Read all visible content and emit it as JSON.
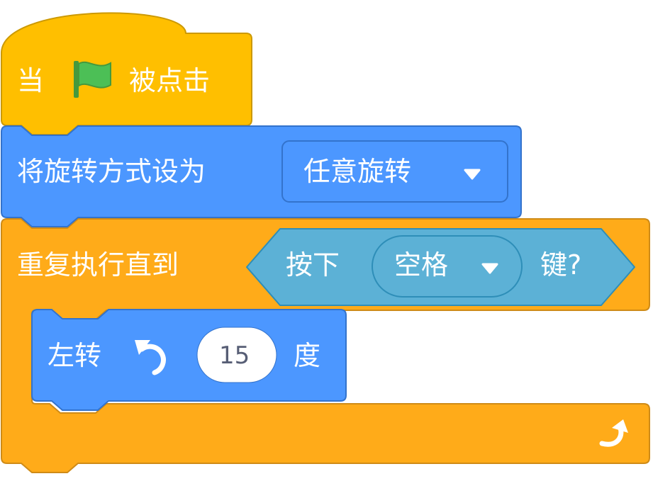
{
  "colors": {
    "events": "#FFBF00",
    "events_border": "#CC9900",
    "motion": "#4C97FF",
    "motion_border": "#3373CC",
    "control": "#FFAB19",
    "control_border": "#CF8B17",
    "sensing": "#5CB1D6",
    "sensing_border": "#2E8EB8",
    "flag": "#4CBF56",
    "text": "#FFFFFF",
    "number_text": "#575E75"
  },
  "hat_block": {
    "before_flag": "当",
    "flag_icon": "green-flag-icon",
    "after_flag": "被点击"
  },
  "rotation_block": {
    "label": "将旋转方式设为",
    "dropdown_value": "任意旋转",
    "dropdown_icon": "dropdown-arrow-icon"
  },
  "repeat_until_block": {
    "label": "重复执行直到",
    "condition": {
      "before": "按下",
      "key_value": "空格",
      "after": "键?"
    },
    "loop_icon": "loop-arrow-icon"
  },
  "turn_block": {
    "label": "左转",
    "rotate_icon": "rotate-left-icon",
    "degrees": "15",
    "unit": "度"
  }
}
